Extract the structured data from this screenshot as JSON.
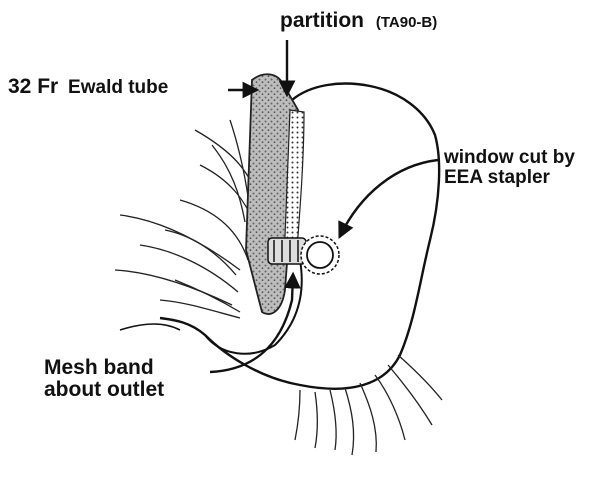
{
  "labels": {
    "partition": "partition",
    "partition_code": "(TA90-B)",
    "ewald_fr": "32 Fr",
    "ewald_tube": "Ewald tube",
    "window_line1": "window cut by",
    "window_line2": "EEA stapler",
    "mesh_line1": "Mesh band",
    "mesh_line2": "about outlet"
  },
  "colors": {
    "ink": "#111111",
    "stipple": "#777777"
  }
}
